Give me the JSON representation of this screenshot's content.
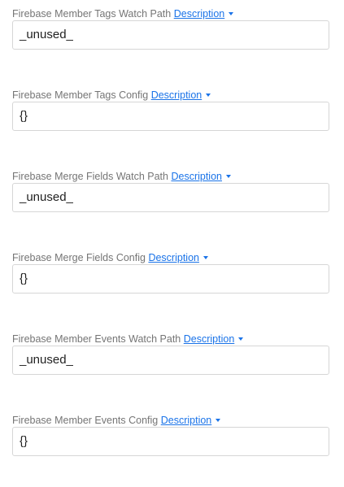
{
  "fields": [
    {
      "label": "Firebase Member Tags Watch Path",
      "link": "Description",
      "value": "_unused_"
    },
    {
      "label": "Firebase Member Tags Config",
      "link": "Description",
      "value": "{}"
    },
    {
      "label": "Firebase Merge Fields Watch Path",
      "link": "Description",
      "value": "_unused_"
    },
    {
      "label": "Firebase Merge Fields Config",
      "link": "Description",
      "value": "{}"
    },
    {
      "label": "Firebase Member Events Watch Path",
      "link": "Description",
      "value": "_unused_"
    },
    {
      "label": "Firebase Member Events Config",
      "link": "Description",
      "value": "{}"
    }
  ],
  "colors": {
    "label": "#757575",
    "link": "#1a73e8",
    "border": "#d6d6d6",
    "value": "#222222"
  }
}
